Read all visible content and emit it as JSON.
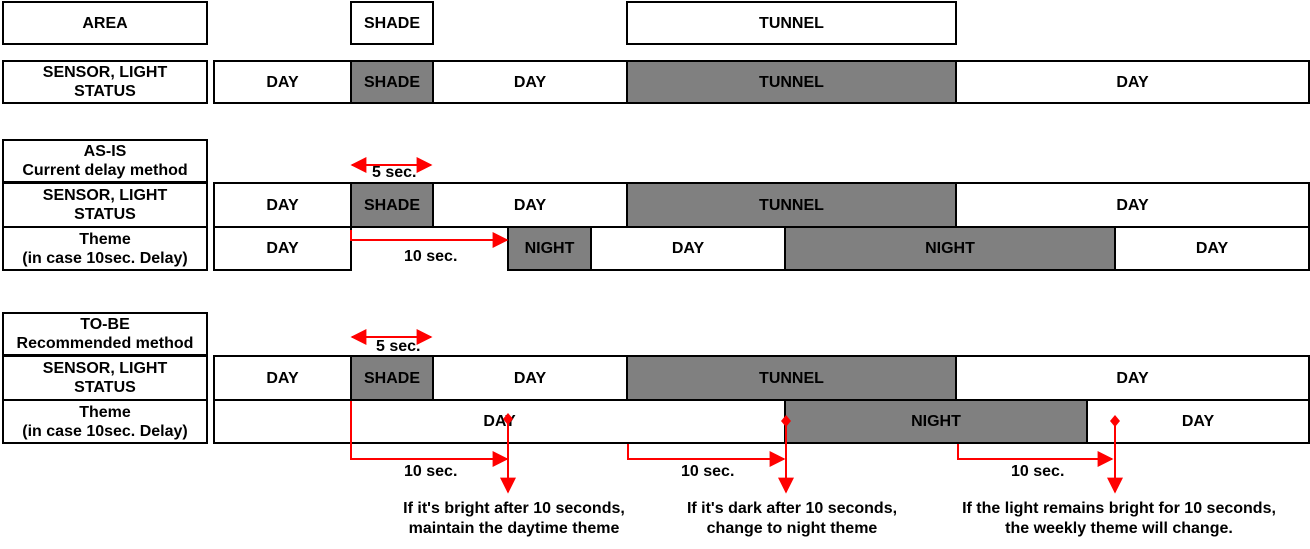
{
  "area_row": {
    "label": "AREA",
    "shade": "SHADE",
    "tunnel": "TUNNEL"
  },
  "status_row": {
    "label": "SENSOR, LIGHT\nSTATUS",
    "segments": [
      "DAY",
      "SHADE",
      "DAY",
      "TUNNEL",
      "DAY"
    ]
  },
  "as_is": {
    "title": "AS-IS\nCurrent delay method",
    "delay_label": "5 sec.",
    "status_label": "SENSOR, LIGHT\nSTATUS",
    "status_segments": [
      "DAY",
      "SHADE",
      "DAY",
      "TUNNEL",
      "DAY"
    ],
    "theme_label": "Theme\n(in case 10sec. Delay)",
    "theme_segments": [
      "DAY",
      "NIGHT",
      "DAY",
      "NIGHT",
      "DAY"
    ],
    "theme_delay_label": "10 sec."
  },
  "to_be": {
    "title": "TO-BE\nRecommended method",
    "delay_label": "5 sec.",
    "status_label": "SENSOR, LIGHT\nSTATUS",
    "status_segments": [
      "DAY",
      "SHADE",
      "DAY",
      "TUNNEL",
      "DAY"
    ],
    "theme_label": "Theme\n(in case 10sec. Delay)",
    "theme_segments": [
      "DAY",
      "NIGHT",
      "DAY"
    ],
    "delays": [
      "10 sec.",
      "10 sec.",
      "10 sec."
    ],
    "notes": [
      "If it's bright after 10 seconds,\nmaintain the daytime theme",
      "If it's dark after 10 seconds,\nchange to night theme",
      "If the light remains bright for 10 seconds,\nthe weekly theme will change."
    ]
  },
  "colors": {
    "dark_fill": "#808080",
    "arrow": "#ff0000"
  }
}
